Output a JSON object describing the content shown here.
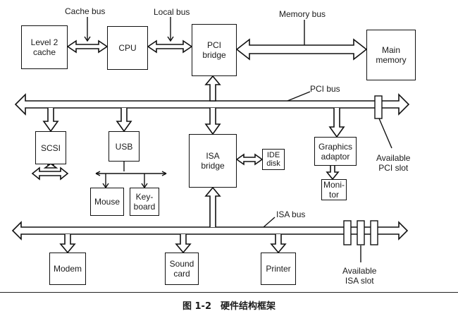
{
  "diagram": {
    "components": {
      "l2_cache": "Level 2\ncache",
      "cpu": "CPU",
      "pci_bridge": "PCI\nbridge",
      "main_memory": "Main\nmemory",
      "scsi": "SCSI",
      "usb": "USB",
      "isa_bridge": "ISA\nbridge",
      "ide_disk": "IDE\ndisk",
      "graphics_adaptor": "Graphics\nadaptor",
      "monitor": "Moni-\ntor",
      "mouse": "Mouse",
      "keyboard": "Key-\nboard",
      "modem": "Modem",
      "sound_card": "Sound\ncard",
      "printer": "Printer"
    },
    "labels": {
      "cache_bus": "Cache bus",
      "local_bus": "Local bus",
      "memory_bus": "Memory bus",
      "pci_bus": "PCI bus",
      "isa_bus": "ISA bus",
      "available_pci_slot": "Available\nPCI slot",
      "available_isa_slot": "Available\nISA slot"
    },
    "caption": "图 1-2　硬件结构框架"
  }
}
